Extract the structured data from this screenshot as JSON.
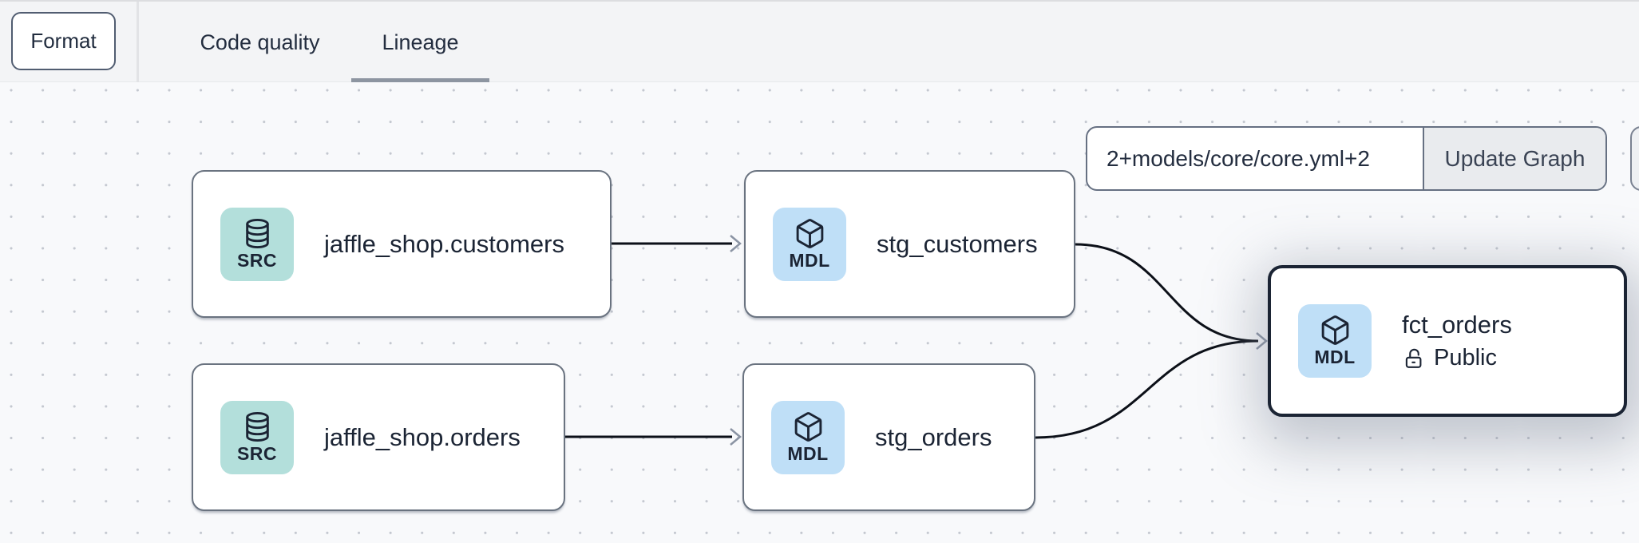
{
  "toolbar": {
    "format_button_label": "Format",
    "tabs": [
      {
        "label": "Code quality",
        "active": false
      },
      {
        "label": "Lineage",
        "active": true
      }
    ]
  },
  "graph_controls": {
    "selector_input_value": "2+models/core/core.yml+2",
    "update_button_label": "Update Graph"
  },
  "lineage": {
    "nodes": [
      {
        "id": "jaffle_shop.customers",
        "title": "jaffle_shop.customers",
        "badge": "SRC",
        "type": "source",
        "icon": "database-icon",
        "icon_bg": "#b3dfdb"
      },
      {
        "id": "stg_customers",
        "title": "stg_customers",
        "badge": "MDL",
        "type": "model",
        "icon": "cube-icon",
        "icon_bg": "#bfdff7"
      },
      {
        "id": "jaffle_shop.orders",
        "title": "jaffle_shop.orders",
        "badge": "SRC",
        "type": "source",
        "icon": "database-icon",
        "icon_bg": "#b3dfdb"
      },
      {
        "id": "stg_orders",
        "title": "stg_orders",
        "badge": "MDL",
        "type": "model",
        "icon": "cube-icon",
        "icon_bg": "#bfdff7"
      },
      {
        "id": "fct_orders",
        "title": "fct_orders",
        "badge": "MDL",
        "type": "model",
        "icon": "cube-icon",
        "icon_bg": "#bfdff7",
        "access_label": "Public",
        "selected": true
      }
    ],
    "edges": [
      {
        "from": "jaffle_shop.customers",
        "to": "stg_customers"
      },
      {
        "from": "jaffle_shop.orders",
        "to": "stg_orders"
      },
      {
        "from": "stg_customers",
        "to": "fct_orders"
      },
      {
        "from": "stg_orders",
        "to": "fct_orders"
      }
    ]
  },
  "colors": {
    "toolbar_bg": "#f3f4f6",
    "canvas_bg": "#f8f9fb",
    "grid_dot": "#c4c8d0",
    "node_border": "#6a7380",
    "selected_node_border": "#1b2434",
    "source_icon_bg": "#b3dfdb",
    "model_icon_bg": "#bfdff7",
    "edge_line": "#0c1018",
    "arrowhead": "#8a93a3",
    "tab_underline": "#8d95a1",
    "text_dark": "#1b2434"
  }
}
